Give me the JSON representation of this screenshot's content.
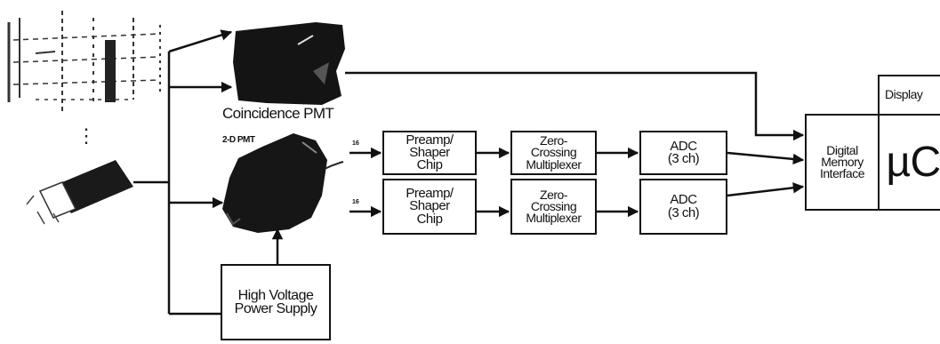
{
  "labels": {
    "coincidence_pmt": "Coincidence PMT",
    "pmt_2d": "2-D PMT",
    "bus_width_top": "16",
    "bus_width_bottom": "16",
    "dots": "⋮"
  },
  "blocks": {
    "preamp_top": "Preamp/\nShaper\nChip",
    "preamp_bottom": "Preamp/\nShaper\nChip",
    "zc_top": "Zero-\nCrossing\nMultiplexer",
    "zc_bottom": "Zero-\nCrossing\nMultiplexer",
    "adc_top": "ADC\n(3 ch)",
    "adc_bottom": "ADC\n(3 ch)",
    "dmi": "Digital\nMemory\nInterface",
    "uc": "µC",
    "display": "Display",
    "hv": "High Voltage\nPower Supply"
  }
}
